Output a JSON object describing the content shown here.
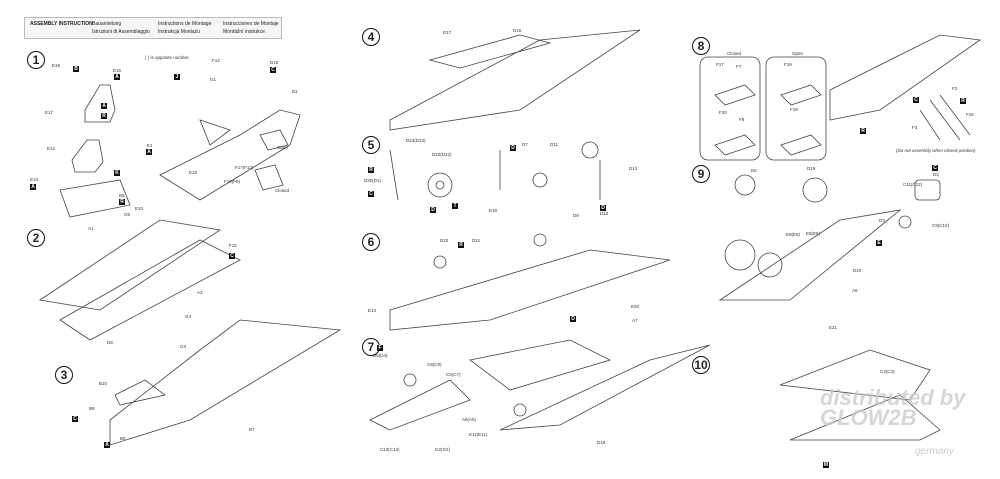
{
  "header": {
    "title": "ASSEMBLY INSTRUCTION",
    "de": "Bauanleitung",
    "it": "Istruzioni di Assemblaggio",
    "fr": "Instructions de Montage",
    "pl": "Instrukcja Montażu",
    "es": "Instrucciones de Montaje",
    "cz": "Montážní instrukce"
  },
  "notes": {
    "opposite": "( ) is opposite number.",
    "closed": "Closed",
    "open": "Open",
    "do_not_assemble": "(Do not assembly when closed position)"
  },
  "steps": [
    "1",
    "2",
    "3",
    "4",
    "5",
    "6",
    "7",
    "8",
    "9",
    "10"
  ],
  "part_labels": [
    "E19",
    "E16",
    "E17",
    "E12",
    "E13",
    "B5",
    "E1",
    "F14",
    "D15",
    "B1",
    "G1",
    "E15",
    "F17(F12)",
    "F10(F9)",
    "E10",
    "G5",
    "A1",
    "F15",
    "A2",
    "D8",
    "G4",
    "G3",
    "B10",
    "B9",
    "B8",
    "B7",
    "D17",
    "D16",
    "D23(D23)",
    "D22(D22)",
    "D20(D1)",
    "D7",
    "D11",
    "D12",
    "E18",
    "D9",
    "D13",
    "D20",
    "D21",
    "E14",
    "E20",
    "A7",
    "D5(D4)",
    "C8(C9)",
    "C5(C7)",
    "A6(A5)",
    "E11(E11)",
    "G2(G2)",
    "C13(C14)",
    "D18",
    "F17",
    "F7",
    "F20",
    "F8",
    "F19",
    "F18",
    "F2",
    "F16",
    "F3",
    "D6",
    "D19",
    "D4",
    "C11(C12)",
    "C9(C10)",
    "D3",
    "E8(E9)",
    "E9(E8)",
    "D10",
    "A8",
    "E21",
    "C3(C4)"
  ],
  "color_codes": [
    "A",
    "B",
    "C",
    "D",
    "E",
    "F",
    "R",
    "T",
    "K",
    "J",
    "M"
  ],
  "watermark": {
    "line1": "distributed by",
    "brand": "GLOW2B",
    "line2": "germany"
  }
}
